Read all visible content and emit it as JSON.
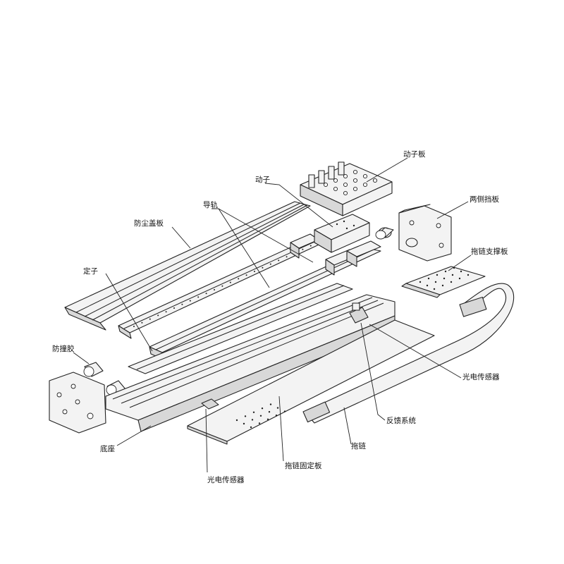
{
  "labels": {
    "mover_plate": "动子板",
    "mover": "动子",
    "guide_rail": "导轨",
    "dust_cover": "防尘盖板",
    "side_baffles": "两侧挡板",
    "chain_support_plate": "拖链支撑板",
    "stator": "定子",
    "bumper": "防撞胶",
    "photo_sensor_right": "光电传感器",
    "feedback_system": "反馈系统",
    "base": "底座",
    "drag_chain": "拖链",
    "chain_fixing_plate": "拖链固定板",
    "photo_sensor_bottom": "光电传感器"
  }
}
